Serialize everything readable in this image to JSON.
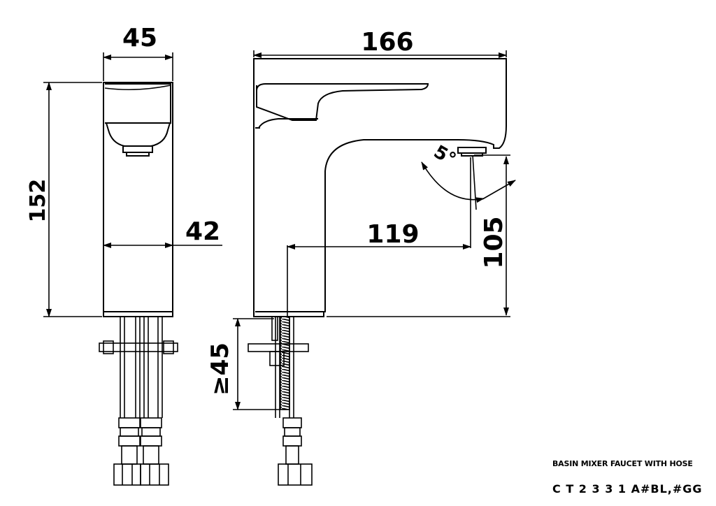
{
  "dimensions": {
    "side_width": "45",
    "overall_height": "152",
    "body_width": "42",
    "overall_length": "166",
    "spout_reach": "119",
    "spout_height": "105",
    "spout_angle": "5°",
    "min_mount_depth": "≥45"
  },
  "title_block": {
    "product": "BASIN MIXER FAUCET WITH HOSE",
    "model": "C T 2 3 3 1 A#BL,#GG"
  }
}
